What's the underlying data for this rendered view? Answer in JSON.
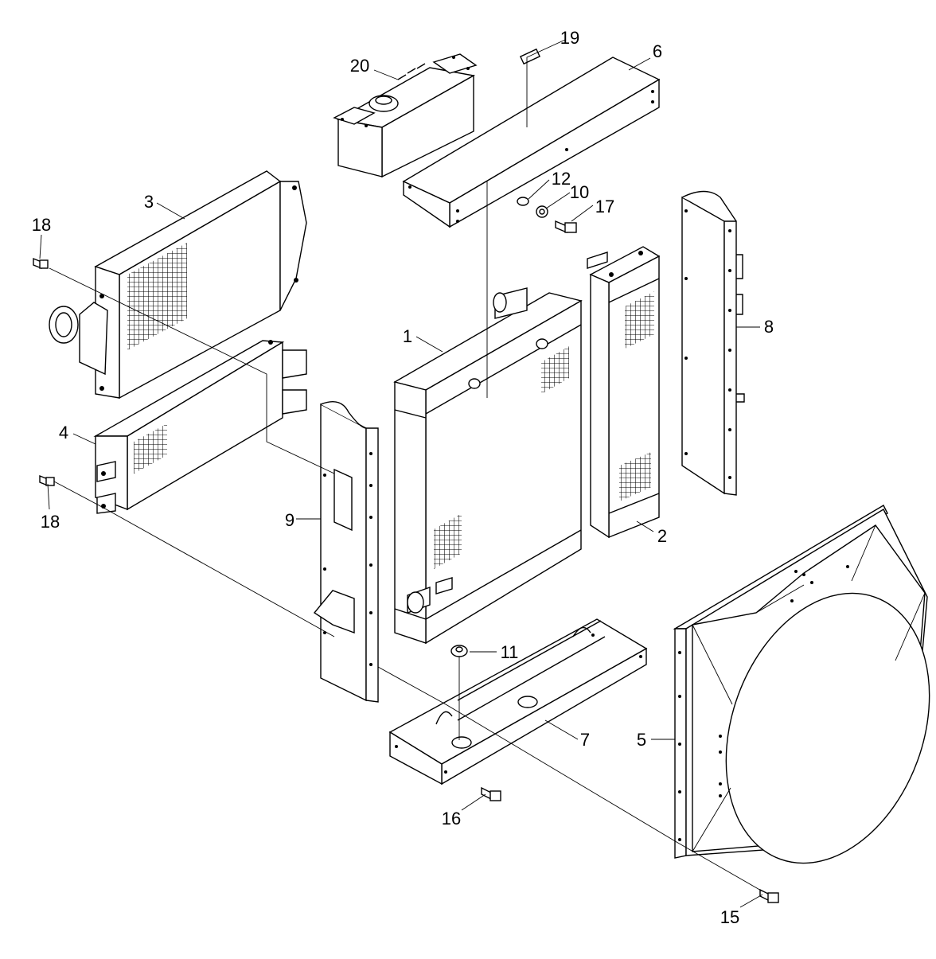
{
  "callouts": [
    {
      "id": "c1",
      "label": "1"
    },
    {
      "id": "c2",
      "label": "2"
    },
    {
      "id": "c3",
      "label": "3"
    },
    {
      "id": "c4",
      "label": "4"
    },
    {
      "id": "c5",
      "label": "5"
    },
    {
      "id": "c6",
      "label": "6"
    },
    {
      "id": "c7",
      "label": "7"
    },
    {
      "id": "c8",
      "label": "8"
    },
    {
      "id": "c9",
      "label": "9"
    },
    {
      "id": "c10",
      "label": "10"
    },
    {
      "id": "c11",
      "label": "11"
    },
    {
      "id": "c12",
      "label": "12"
    },
    {
      "id": "c15",
      "label": "15"
    },
    {
      "id": "c16",
      "label": "16"
    },
    {
      "id": "c17",
      "label": "17"
    },
    {
      "id": "c18a",
      "label": "18"
    },
    {
      "id": "c18b",
      "label": "18"
    },
    {
      "id": "c19",
      "label": "19"
    },
    {
      "id": "c20",
      "label": "20"
    }
  ]
}
